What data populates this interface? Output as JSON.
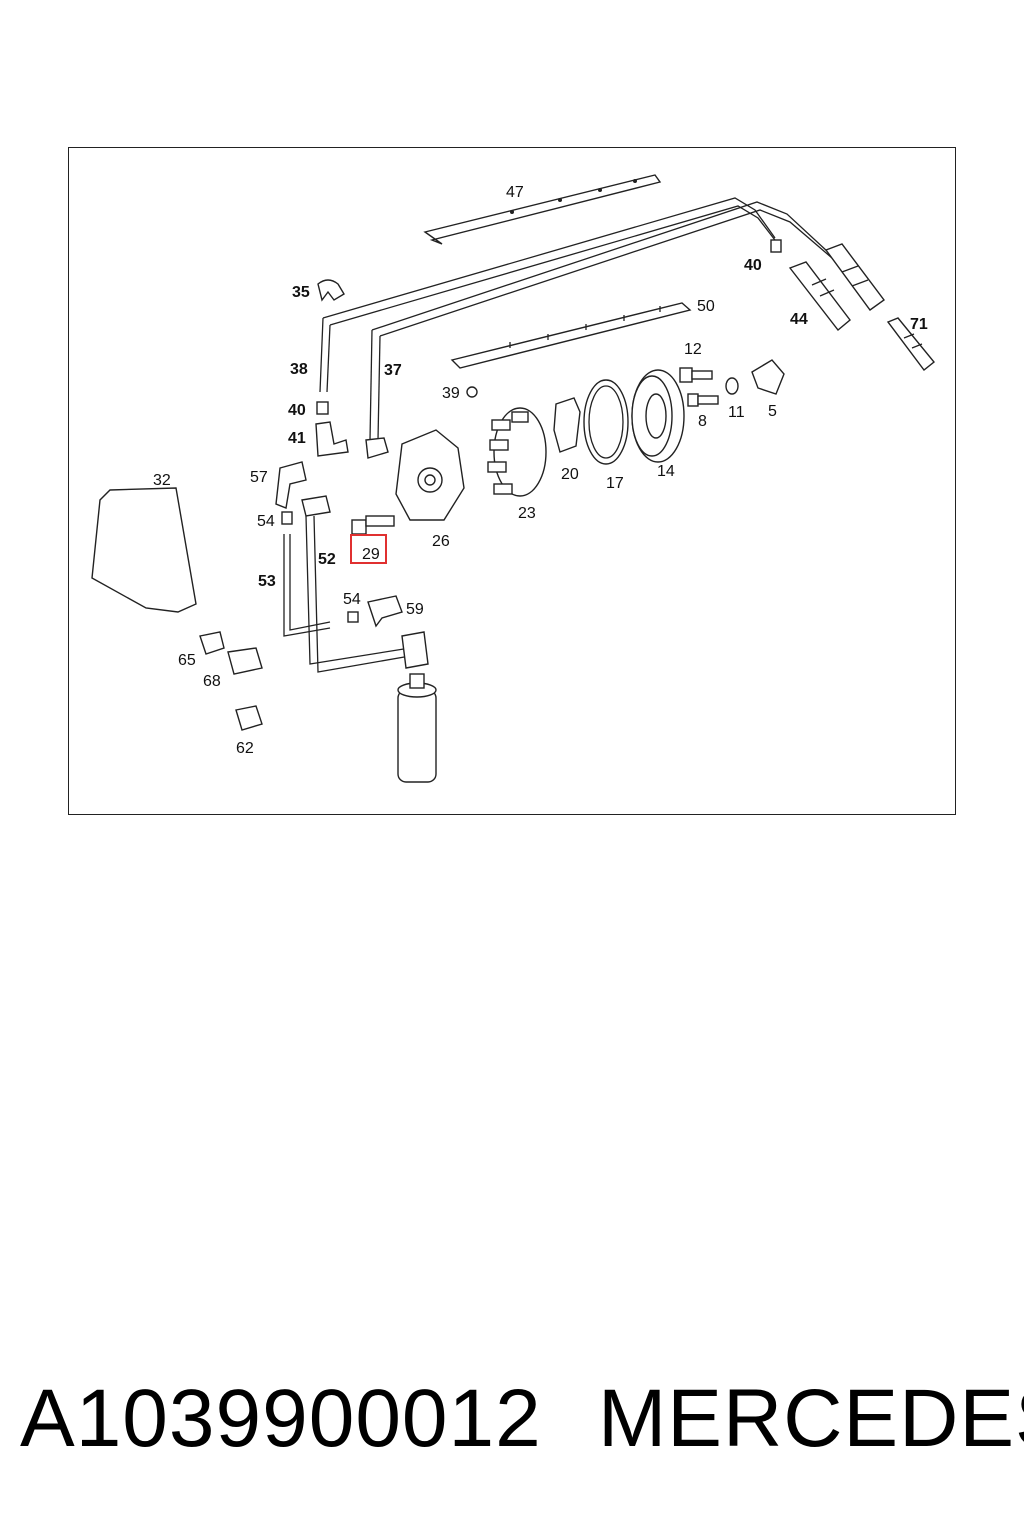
{
  "diagram": {
    "highlight_color": "#e03030",
    "highlighted_label": "29",
    "callouts": {
      "c47": "47",
      "c40a": "40",
      "c44": "44",
      "c71": "71",
      "c50": "50",
      "c35": "35",
      "c38": "38",
      "c37": "37",
      "c39": "39",
      "c40b": "40",
      "c41": "41",
      "c12": "12",
      "c8": "8",
      "c11": "11",
      "c5": "5",
      "c32": "32",
      "c57": "57",
      "c20": "20",
      "c17": "17",
      "c14": "14",
      "c23": "23",
      "c54a": "54",
      "c52": "52",
      "c26": "26",
      "c29": "29",
      "c53": "53",
      "c54b": "54",
      "c59": "59",
      "c65": "65",
      "c68": "68",
      "c62": "62"
    }
  },
  "footer": {
    "part_number": "A1039900012",
    "brand": "MERCEDES"
  }
}
